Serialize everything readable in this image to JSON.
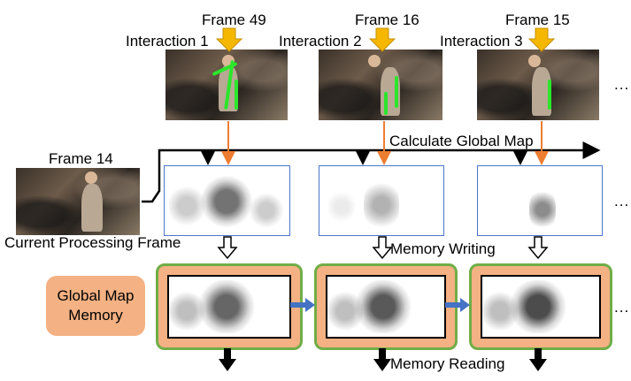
{
  "interactions": [
    {
      "frame_label": "Frame 49",
      "interaction_label": "Interaction 1"
    },
    {
      "frame_label": "Frame 16",
      "interaction_label": "Interaction 2"
    },
    {
      "frame_label": "Frame 15",
      "interaction_label": "Interaction 3"
    }
  ],
  "current_frame": {
    "frame_label": "Frame 14",
    "caption": "Current Processing Frame"
  },
  "labels": {
    "calculate_global_map": "Calculate Global Map",
    "memory_writing": "Memory Writing",
    "memory_reading": "Memory Reading",
    "global_map_memory": "Global Map Memory",
    "ellipsis": "..."
  },
  "colors": {
    "interaction_arrow": "#f5b700",
    "orange_arrow": "#ed7d31",
    "memory_fill": "#f4b183",
    "memory_border": "#70ad47",
    "map_border": "#4a77c9",
    "blue_arrow": "#4472c4",
    "scribble": "#2be62b"
  }
}
